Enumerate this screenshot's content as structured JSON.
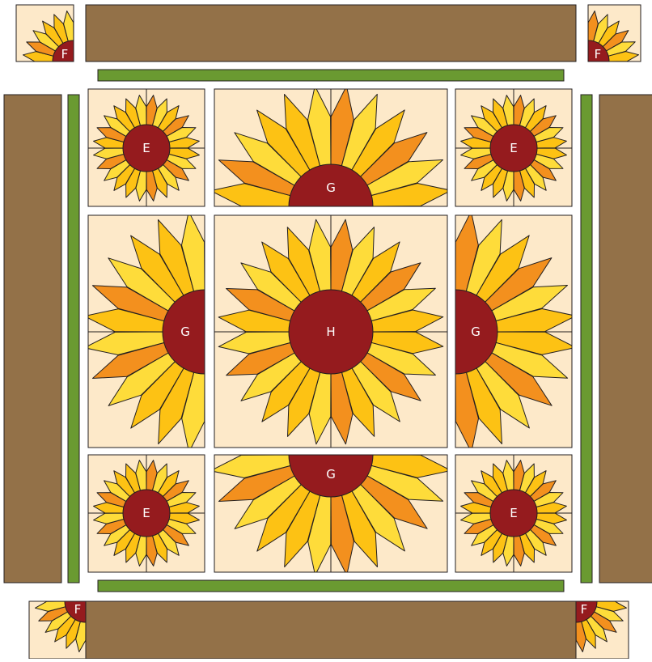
{
  "palette": {
    "background_fabric": "#FDE9C9",
    "border_brown": "#937148",
    "sashing_green": "#6A9A31",
    "flower_center": "#951B1E",
    "petal_yellow_light": "#FEDC3A",
    "petal_yellow": "#FDC214",
    "petal_orange": "#F3901E",
    "outline": "#231F20"
  },
  "blocks": [
    {
      "id": "block-top-left-corner",
      "label": "F",
      "kind": "corner-quarter-flower"
    },
    {
      "id": "block-top-right-corner",
      "label": "F",
      "kind": "corner-quarter-flower"
    },
    {
      "id": "block-bottom-left-corner",
      "label": "F",
      "kind": "corner-quarter-flower"
    },
    {
      "id": "block-bottom-right-corner",
      "label": "F",
      "kind": "corner-quarter-flower"
    },
    {
      "id": "block-small-flower-top-left",
      "label": "E",
      "kind": "small-full-flower"
    },
    {
      "id": "block-small-flower-top-right",
      "label": "E",
      "kind": "small-full-flower"
    },
    {
      "id": "block-small-flower-bottom-left",
      "label": "E",
      "kind": "small-full-flower"
    },
    {
      "id": "block-small-flower-bottom-right",
      "label": "E",
      "kind": "small-full-flower"
    },
    {
      "id": "block-half-flower-top",
      "label": "G",
      "kind": "half-flower"
    },
    {
      "id": "block-half-flower-left",
      "label": "G",
      "kind": "half-flower"
    },
    {
      "id": "block-half-flower-right",
      "label": "G",
      "kind": "half-flower"
    },
    {
      "id": "block-half-flower-bottom",
      "label": "G",
      "kind": "half-flower"
    },
    {
      "id": "block-center-flower",
      "label": "H",
      "kind": "large-full-flower"
    }
  ]
}
